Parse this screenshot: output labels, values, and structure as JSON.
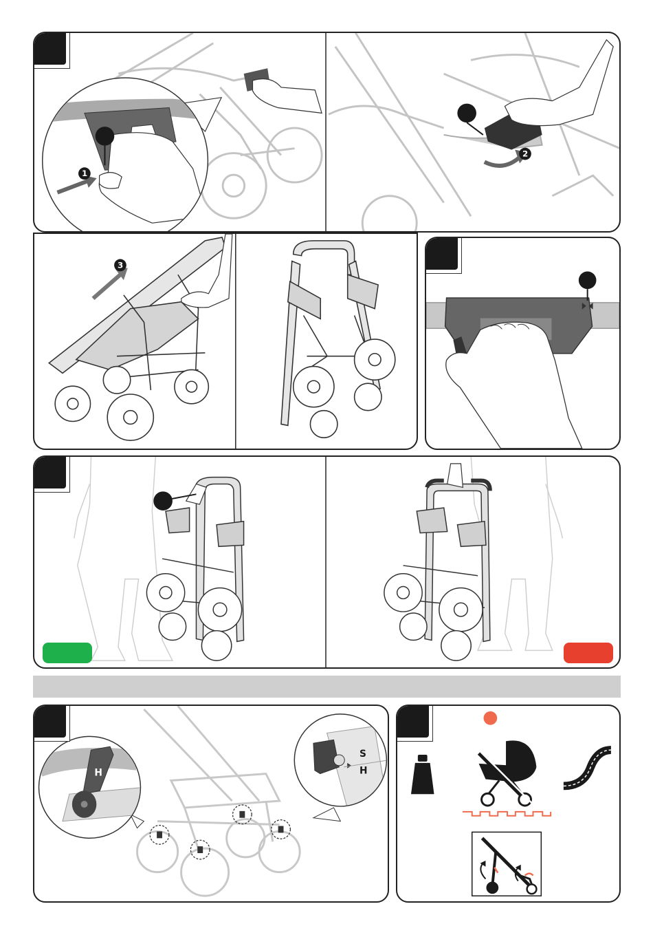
{
  "steps": {
    "arrow_1": "1",
    "arrow_2": "2",
    "arrow_3": "3"
  },
  "wheel_labels": {
    "label_h_zoom": "H",
    "label_s": "S",
    "label_h": "H"
  },
  "colors": {
    "correct": "#1db04b",
    "incorrect": "#e8402e",
    "accent": "#f06a4d",
    "banner": "#cfcfcf",
    "ink": "#1a1a1a",
    "line": "#b0b0b0"
  },
  "icons": [
    "weight-icon",
    "crossed-out-pram-icon",
    "curved-road-icon",
    "bumpy-ground-icon",
    "wheel-swivel-icon"
  ]
}
